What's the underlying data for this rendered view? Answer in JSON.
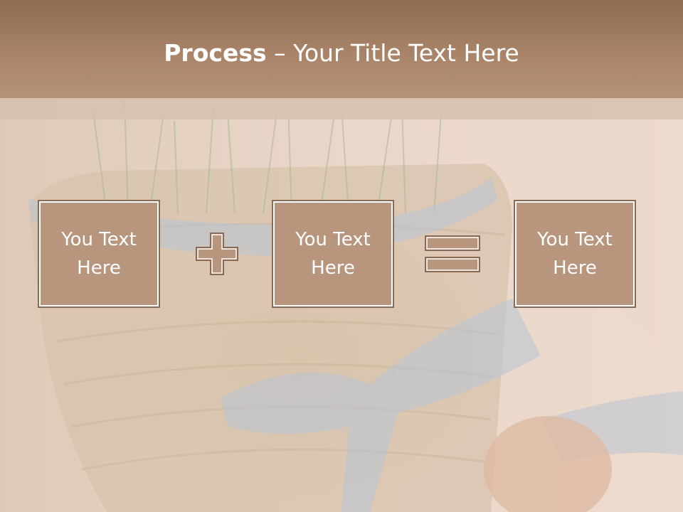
{
  "title": {
    "bold": "Process",
    "rest": " – Your Title Text Here"
  },
  "boxes": [
    {
      "text": "You Text Here"
    },
    {
      "text": "You Text Here"
    },
    {
      "text": "You Text Here"
    }
  ],
  "operators": [
    "plus-icon",
    "equals-icon"
  ],
  "colors": {
    "title_bar": "#a58067",
    "box_fill": "#b8957d",
    "box_border": "#8a6a55"
  }
}
